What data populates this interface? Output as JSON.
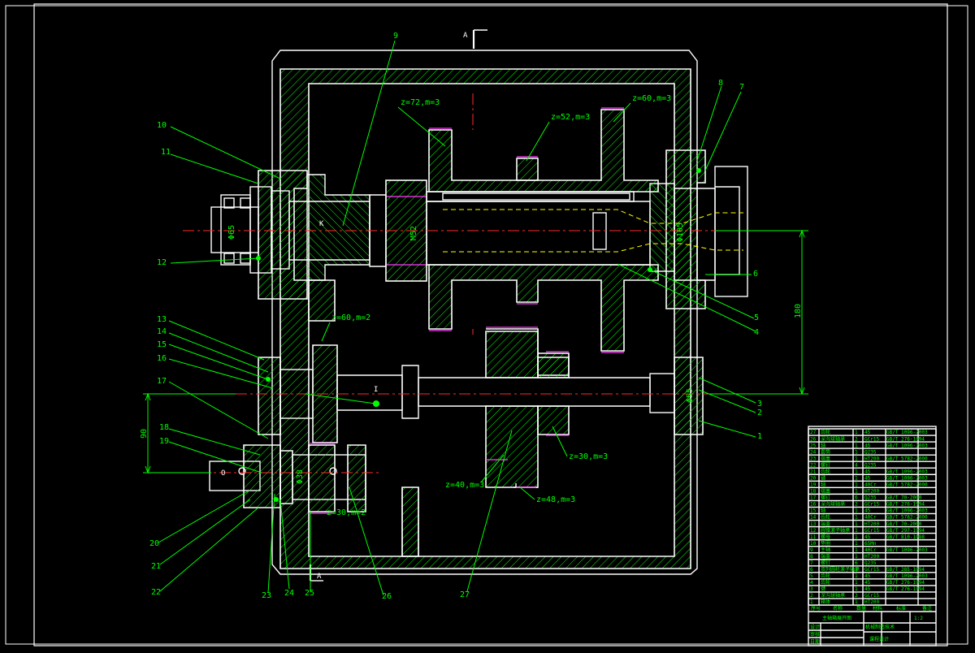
{
  "section_marks": {
    "top": "A",
    "bottom": "A"
  },
  "part_numbers": [
    "1",
    "2",
    "3",
    "4",
    "5",
    "6",
    "7",
    "8",
    "9",
    "10",
    "11",
    "12",
    "13",
    "14",
    "15",
    "16",
    "17",
    "18",
    "19",
    "20",
    "21",
    "22",
    "23",
    "24",
    "25",
    "26",
    "27"
  ],
  "shaft_marks": {
    "upper": "K",
    "lower": "I",
    "bottom": "O"
  },
  "gear_labels": {
    "g_top_left": "z=72,m=3",
    "g_top_mid": "z=52,m=3",
    "g_top_right": "z=60,m=3",
    "g_mid_left": "z=60,m=2",
    "g_mid_right": "z=30,m=3",
    "g_bot_left": "z=40,m=3",
    "g_bot_right": "z=48,m=3",
    "g_small": "z=30,m=2"
  },
  "dimensions": {
    "center_upper": "180",
    "center_lower": "90"
  },
  "diameters": {
    "spindle_mid": "M52",
    "spindle_right": "Φ105",
    "spindle_left": "Φ65",
    "lower_right": "Φ55",
    "bottom_shaft": "Φ38"
  },
  "title_block": {
    "drawing_title": "主轴箱展开图",
    "school": "机械制造技术",
    "course": "课程设计",
    "row_labels": [
      "设计",
      "审核",
      "日期"
    ],
    "scale": "1:2"
  },
  "bom_header": {
    "seq": "序号",
    "name": "名称",
    "qty": "数量",
    "material": "材料",
    "standard": "标准",
    "remark": "备注"
  },
  "bom_rows": [
    {
      "seq": "27",
      "name": "齿轮",
      "qty": "1",
      "material": "45",
      "standard": "GB/T 1096-2003"
    },
    {
      "seq": "26",
      "name": "深沟球轴承",
      "qty": "2",
      "material": "GCr15",
      "standard": "GB/T 276-1994"
    },
    {
      "seq": "25",
      "name": "轴",
      "qty": "1",
      "material": "45",
      "standard": "GB/T 1096-2003"
    },
    {
      "seq": "24",
      "name": "套筒",
      "qty": "1",
      "material": "Q235",
      "standard": ""
    },
    {
      "seq": "23",
      "name": "端盖",
      "qty": "1",
      "material": "HT200",
      "standard": "GB/T 5782-2000"
    },
    {
      "seq": "22",
      "name": "螺钉",
      "qty": "4",
      "material": "Q235",
      "standard": ""
    },
    {
      "seq": "21",
      "name": "齿轮",
      "qty": "1",
      "material": "45",
      "standard": "GB/T 1096-2003"
    },
    {
      "seq": "20",
      "name": "键",
      "qty": "1",
      "material": "45",
      "standard": "GB/T 1096-2003"
    },
    {
      "seq": "19",
      "name": "轴",
      "qty": "1",
      "material": "40Cr",
      "standard": "GB/T 5782-2000"
    },
    {
      "seq": "18",
      "name": "端盖",
      "qty": "1",
      "material": "HT200",
      "standard": ""
    },
    {
      "seq": "17",
      "name": "螺钉",
      "qty": "6",
      "material": "Q235",
      "standard": "GB/T 70-2000"
    },
    {
      "seq": "16",
      "name": "深沟球轴承",
      "qty": "2",
      "material": "GCr15",
      "standard": "GB/T 276-1994"
    },
    {
      "seq": "15",
      "name": "轴",
      "qty": "1",
      "material": "45",
      "standard": "GB/T 1096-2003"
    },
    {
      "seq": "14",
      "name": "齿轮",
      "qty": "1",
      "material": "40Cr",
      "standard": "GB/T 5782-2000"
    },
    {
      "seq": "13",
      "name": "端盖",
      "qty": "1",
      "material": "HT200",
      "standard": "GB/T 70-2000"
    },
    {
      "seq": "12",
      "name": "圆锥滚子轴承",
      "qty": "1",
      "material": "GCr15",
      "standard": "GB/T 297-1994"
    },
    {
      "seq": "11",
      "name": "螺母",
      "qty": "1",
      "material": "45",
      "standard": "GB/T 810-1988"
    },
    {
      "seq": "10",
      "name": "垫圈",
      "qty": "1",
      "material": "65Mn",
      "standard": ""
    },
    {
      "seq": "9",
      "name": "主轴",
      "qty": "1",
      "material": "40Cr",
      "standard": "GB/T 1096-2003"
    },
    {
      "seq": "8",
      "name": "端盖",
      "qty": "1",
      "material": "HT200",
      "standard": ""
    },
    {
      "seq": "7",
      "name": "螺钉",
      "qty": "6",
      "material": "Q235",
      "standard": ""
    },
    {
      "seq": "6",
      "name": "双列圆柱滚子轴承",
      "qty": "1",
      "material": "GCr15",
      "standard": "GB/T 285-1994"
    },
    {
      "seq": "5",
      "name": "齿轮",
      "qty": "1",
      "material": "45",
      "standard": "GB/T 1096-2003"
    },
    {
      "seq": "4",
      "name": "齿轮",
      "qty": "1",
      "material": "45",
      "standard": "GB/T 276-1994"
    },
    {
      "seq": "3",
      "name": "键",
      "qty": "1",
      "material": "45",
      "standard": "GB/T 276-1994"
    },
    {
      "seq": "2",
      "name": "深沟球轴承",
      "qty": "2",
      "material": "GCr15",
      "standard": ""
    },
    {
      "seq": "1",
      "name": "箱体",
      "qty": "1",
      "material": "HT200",
      "standard": ""
    }
  ],
  "colors": {
    "background": "#000000",
    "frame": "#ffffff",
    "leader": "#00ff00",
    "centerline": "#ff2a2a",
    "hidden": "#ffff00",
    "accent": "#ff3cff"
  }
}
